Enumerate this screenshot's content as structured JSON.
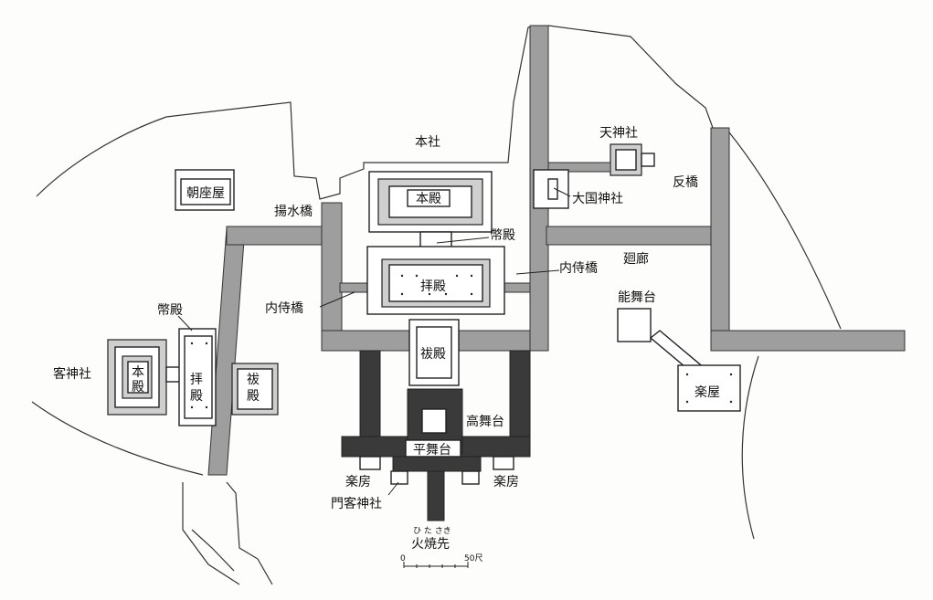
{
  "labels": {
    "honsha": "本社",
    "honden": "本殿",
    "heiden_top": "幣殿",
    "haiden": "拝殿",
    "haraedono": "祓殿",
    "takabutai": "高舞台",
    "hirabutai": "平舞台",
    "gakubo_left": "楽房",
    "gakubo_right": "楽房",
    "monkyaku_jinja": "門客神社",
    "hitasaki": "火焼先",
    "hitasaki_ruby": "ひ た さき",
    "tenjinsha": "天神社",
    "daikoku_jinja": "大国神社",
    "sorihashi": "反橋",
    "kairo": "廻廊",
    "naishi_bashi_right": "内侍橋",
    "naishi_bashi_left": "内侍橋",
    "noubutai": "能舞台",
    "gakuya": "楽屋",
    "asazaya": "朝座屋",
    "agemizu_bashi": "揚水橋",
    "heiden_left": "幣殿",
    "marodo_jinja": "客神社",
    "marodo_honden": "本\n殿",
    "marodo_haiden": "拝\n殿",
    "marodo_haraedono": "祓\n殿"
  },
  "scale": {
    "zero": "0",
    "end": "50尺"
  }
}
